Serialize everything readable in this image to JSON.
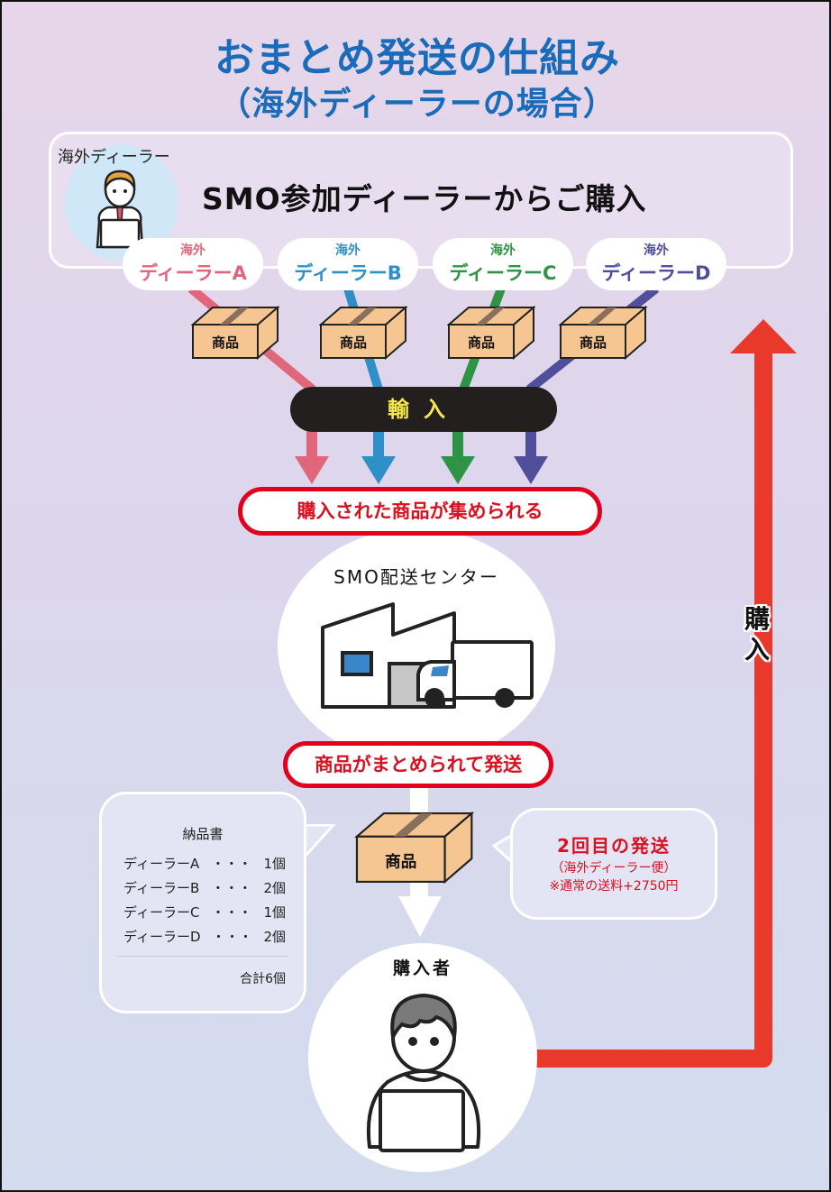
{
  "title": {
    "line1": "おまとめ発送の仕組み",
    "line2": "（海外ディーラーの場合）"
  },
  "dealer_panel": {
    "label": "海外ディーラー",
    "heading": "SMO参加ディーラーからご購入",
    "dealers": [
      {
        "prefix": "海外",
        "name": "ディーラーA",
        "color": "#e0667c"
      },
      {
        "prefix": "海外",
        "name": "ディーラーB",
        "color": "#2f8fc8"
      },
      {
        "prefix": "海外",
        "name": "ディーラーC",
        "color": "#2f9346"
      },
      {
        "prefix": "海外",
        "name": "ディーラーD",
        "color": "#4f4f9c"
      }
    ]
  },
  "package_label": "商品",
  "import_label": "輸入",
  "collected_label": "購入された商品が集められる",
  "center": {
    "label": "SMO配送センター"
  },
  "bundled_label": "商品がまとめられて発送",
  "invoice": {
    "title": "納品書",
    "lines": [
      {
        "dealer": "ディーラーA",
        "dots": "・・・",
        "qty": "1個"
      },
      {
        "dealer": "ディーラーB",
        "dots": "・・・",
        "qty": "2個"
      },
      {
        "dealer": "ディーラーC",
        "dots": "・・・",
        "qty": "1個"
      },
      {
        "dealer": "ディーラーD",
        "dots": "・・・",
        "qty": "2個"
      }
    ],
    "total": "合計6個"
  },
  "shipping": {
    "title": "2回目の発送",
    "subtitle": "（海外ディーラー便）",
    "note": "※通常の送料+2750円"
  },
  "buyer": {
    "label": "購入者"
  },
  "purchase_arrow_label": "購入",
  "colors": {
    "title_blue": "#1a6cba",
    "accent_red": "#e3001d",
    "purchase_arrow": "#e8392a",
    "import_text": "#f9e94a"
  }
}
